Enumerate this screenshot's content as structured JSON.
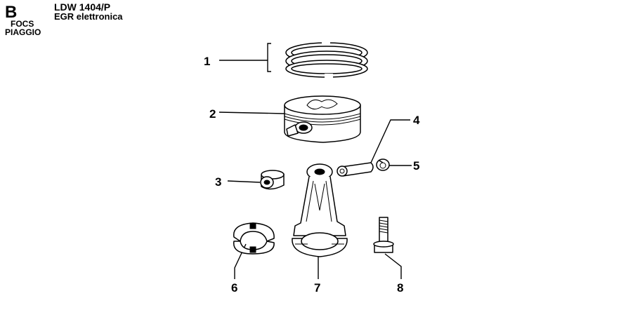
{
  "header": {
    "section_letter": "B",
    "model": "LDW 1404/P",
    "subtitle": "EGR elettronica",
    "variant": "FOCS",
    "brand": "PIAGGIO"
  },
  "callouts": [
    {
      "id": "1",
      "part": "piston-rings"
    },
    {
      "id": "2",
      "part": "piston"
    },
    {
      "id": "3",
      "part": "small-end-bushing"
    },
    {
      "id": "4",
      "part": "piston-pin"
    },
    {
      "id": "5",
      "part": "circlip"
    },
    {
      "id": "6",
      "part": "connecting-rod-bearing"
    },
    {
      "id": "7",
      "part": "connecting-rod"
    },
    {
      "id": "8",
      "part": "connecting-rod-bolt"
    }
  ]
}
